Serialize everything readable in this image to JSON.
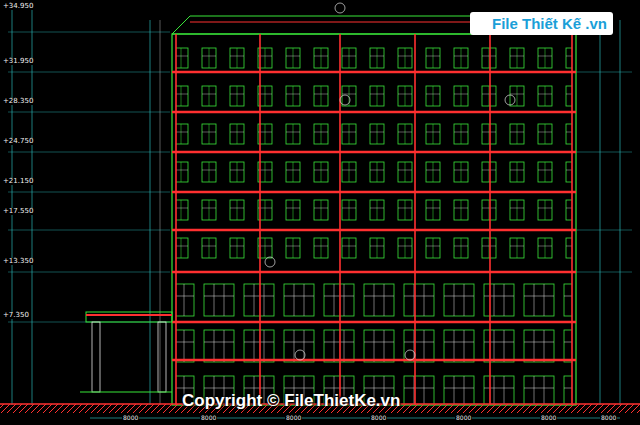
{
  "diagram": {
    "labels": [
      "+34.950",
      "+31.950",
      "+28.350",
      "+24.750",
      "+21.150",
      "+17.550",
      "+13.350",
      "+7.350",
      "8000",
      "8000",
      "8000",
      "8000",
      "8000",
      "8000",
      "8000",
      "Copyright © FileThietKe.vn",
      "File Thiết Kế .vn"
    ]
  }
}
